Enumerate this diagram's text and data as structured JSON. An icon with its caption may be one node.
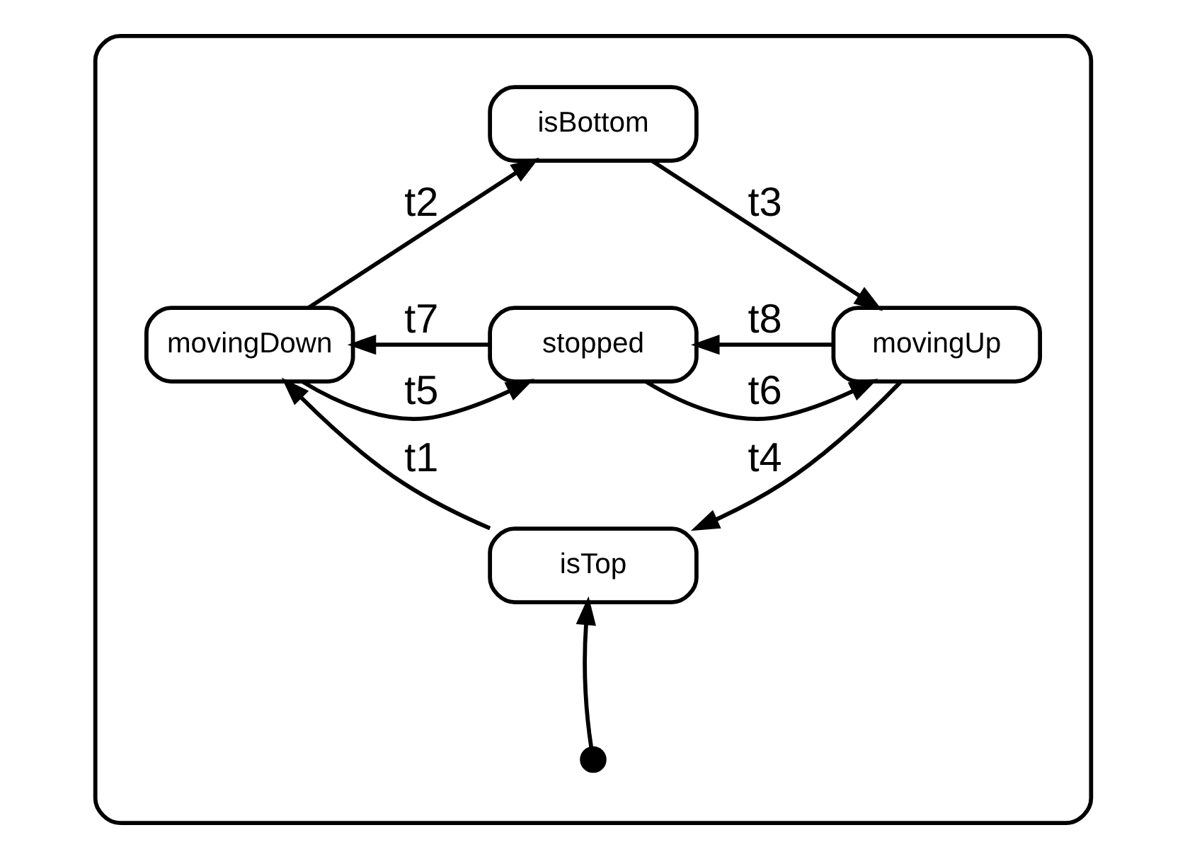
{
  "diagram": {
    "nodes": [
      {
        "text": [],
        "shape": "box"
      },
      {
        "text": [],
        "shape": "circle",
        "in": 0
      },
      {
        "text": [
          "isTop"
        ],
        "in": 0
      },
      {
        "text": [
          "movingDown"
        ],
        "in": 0
      },
      {
        "text": [
          "stopped"
        ],
        "in": 0
      },
      {
        "text": [
          "movingUp"
        ],
        "in": 0
      },
      {
        "text": [
          "isBottom"
        ],
        "in": 0
      }
    ],
    "edges": [
      {
        "from": 1,
        "to": 2,
        "arrow": "to"
      },
      {
        "from": 2,
        "to": 3,
        "arrow": "to",
        "label": "t1"
      },
      {
        "from": 3,
        "to": 6,
        "arrow": "to",
        "label": "t2"
      },
      {
        "from": 6,
        "to": 5,
        "arrow": "to",
        "label": "t3"
      },
      {
        "from": 5,
        "to": 2,
        "arrow": "to",
        "label": "t4"
      },
      {
        "from": 3,
        "to": 4,
        "arrow": "to",
        "label": "t5"
      },
      {
        "from": 4,
        "to": 5,
        "arrow": "to",
        "label": "t6"
      },
      {
        "from": 4,
        "to": 3,
        "arrow": "to",
        "label": "t7"
      },
      {
        "from": 5,
        "to": 4,
        "arrow": "to",
        "label": "t8"
      }
    ]
  }
}
